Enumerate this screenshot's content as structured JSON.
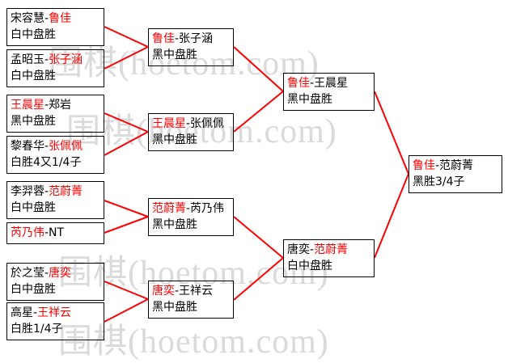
{
  "watermark": {
    "text": "围棋(hoetom.com)"
  },
  "colors": {
    "winner_text": "#ff0000",
    "bracket_line": "#ff0000",
    "box_border": "#000000",
    "watermark": "#dadada"
  },
  "matches": {
    "r1m1": {
      "pre": "宋容慧-",
      "winner": "鲁佳",
      "post": "",
      "result": "白中盘胜"
    },
    "r1m2": {
      "pre": "孟昭玉-",
      "winner": "张子涵",
      "post": "",
      "result": "白中盘胜"
    },
    "r1m3": {
      "pre": "",
      "winner": "王晨星",
      "post": "-郑岩",
      "result": "黑中盘胜"
    },
    "r1m4": {
      "pre": "黎春华-",
      "winner": "张佩佩",
      "post": "",
      "result": "白胜4又1/4子"
    },
    "r1m5": {
      "pre": "李羿蓉-",
      "winner": "范蔚菁",
      "post": "",
      "result": "白中盘胜"
    },
    "r1m6": {
      "pre": "",
      "winner": "芮乃伟",
      "post": "-NT",
      "result": ""
    },
    "r1m7": {
      "pre": "於之莹-",
      "winner": "唐奕",
      "post": "",
      "result": "白中盘胜"
    },
    "r1m8": {
      "pre": "高星-",
      "winner": "王祥云",
      "post": "",
      "result": "白胜1/4子"
    },
    "r2m1": {
      "pre": "",
      "winner": "鲁佳",
      "post": "-张子涵",
      "result": "黑中盘胜"
    },
    "r2m2": {
      "pre": "",
      "winner": "王晨星",
      "post": "-张佩佩",
      "result": "黑中盘胜"
    },
    "r2m3": {
      "pre": "",
      "winner": "范蔚菁",
      "post": "-芮乃伟",
      "result": "黑中盘胜"
    },
    "r2m4": {
      "pre": "",
      "winner": "唐奕",
      "post": "-王祥云",
      "result": "黑中盘胜"
    },
    "sf1": {
      "pre": "",
      "winner": "鲁佳",
      "post": "-王晨星",
      "result": "黑中盘胜"
    },
    "sf2": {
      "pre": "唐奕-",
      "winner": "范蔚菁",
      "post": "",
      "result": "白中盘胜"
    },
    "f1": {
      "pre": "",
      "winner": "鲁佳",
      "post": "-范蔚菁",
      "result": "黑胜3/4子"
    }
  }
}
